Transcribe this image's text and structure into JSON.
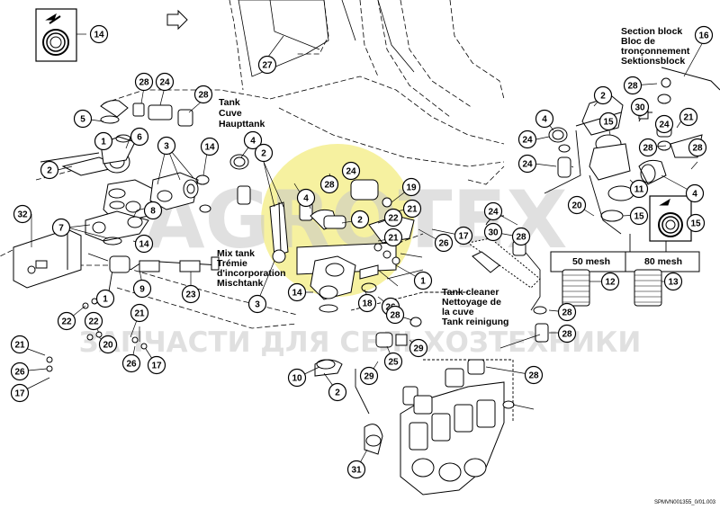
{
  "watermark": {
    "brand": "AGROTEX",
    "tagline": "ЗАПЧАСТИ ДЛЯ СЕЛЬХОЗТЕХНИКИ",
    "color": "#c8c8c8",
    "logo_color": "#f4ef8f"
  },
  "labels": {
    "tank": [
      "Tank",
      "Cuve",
      "Haupttank"
    ],
    "mix_tank": [
      "Mix tank",
      "Trémie",
      "d'incorporation",
      "Mischtank"
    ],
    "tank_cleaner": [
      "Tank cleaner",
      "Nettoyage de",
      "la cuve",
      "Tank reinigung"
    ],
    "section_block": [
      "Section block",
      "Bloc de",
      "tronçonnement",
      "Sektionsblock"
    ]
  },
  "mesh": {
    "m50": "50 mesh",
    "m80": "80 mesh"
  },
  "reference": "SPMVN001355_0/01.003",
  "callouts": [
    {
      "id": "c14a",
      "n": "14"
    },
    {
      "id": "c27",
      "n": "27"
    },
    {
      "id": "c28a",
      "n": "28"
    },
    {
      "id": "c24a",
      "n": "24"
    },
    {
      "id": "c28b",
      "n": "28"
    },
    {
      "id": "c5",
      "n": "5"
    },
    {
      "id": "c1a",
      "n": "1"
    },
    {
      "id": "c6",
      "n": "6"
    },
    {
      "id": "c3a",
      "n": "3"
    },
    {
      "id": "c14b",
      "n": "14"
    },
    {
      "id": "c4a",
      "n": "4"
    },
    {
      "id": "c2a",
      "n": "2"
    },
    {
      "id": "c2b",
      "n": "2"
    },
    {
      "id": "c32",
      "n": "32"
    },
    {
      "id": "c7",
      "n": "7"
    },
    {
      "id": "c8",
      "n": "8"
    },
    {
      "id": "c14c",
      "n": "14"
    },
    {
      "id": "c9",
      "n": "9"
    },
    {
      "id": "c23",
      "n": "23"
    },
    {
      "id": "c1b",
      "n": "1"
    },
    {
      "id": "c22a",
      "n": "22"
    },
    {
      "id": "c22b",
      "n": "22"
    },
    {
      "id": "c21a",
      "n": "21"
    },
    {
      "id": "c20a",
      "n": "20"
    },
    {
      "id": "c26a",
      "n": "26"
    },
    {
      "id": "c17a",
      "n": "17"
    },
    {
      "id": "c21b",
      "n": "21"
    },
    {
      "id": "c26b",
      "n": "26"
    },
    {
      "id": "c17b",
      "n": "17"
    },
    {
      "id": "c28c",
      "n": "28"
    },
    {
      "id": "c24b",
      "n": "24"
    },
    {
      "id": "c4b",
      "n": "4"
    },
    {
      "id": "c19",
      "n": "19"
    },
    {
      "id": "c21c",
      "n": "21"
    },
    {
      "id": "c2c",
      "n": "2"
    },
    {
      "id": "c22c",
      "n": "22"
    },
    {
      "id": "c21d",
      "n": "21"
    },
    {
      "id": "c26c",
      "n": "26"
    },
    {
      "id": "c17c",
      "n": "17"
    },
    {
      "id": "c3b",
      "n": "3"
    },
    {
      "id": "c14d",
      "n": "14"
    },
    {
      "id": "c18",
      "n": "18"
    },
    {
      "id": "c26d",
      "n": "26"
    },
    {
      "id": "c1c",
      "n": "1"
    },
    {
      "id": "c28d",
      "n": "28"
    },
    {
      "id": "c29a",
      "n": "29"
    },
    {
      "id": "c25",
      "n": "25"
    },
    {
      "id": "c10",
      "n": "10"
    },
    {
      "id": "c29b",
      "n": "29"
    },
    {
      "id": "c30",
      "n": "30"
    },
    {
      "id": "c2d",
      "n": "2"
    },
    {
      "id": "c31",
      "n": "31"
    },
    {
      "id": "c16",
      "n": "16"
    },
    {
      "id": "c28e",
      "n": "28"
    },
    {
      "id": "c2e",
      "n": "2"
    },
    {
      "id": "c4c",
      "n": "4"
    },
    {
      "id": "c15a",
      "n": "15"
    },
    {
      "id": "c30b",
      "n": "30"
    },
    {
      "id": "c24c",
      "n": "24"
    },
    {
      "id": "c21e",
      "n": "21"
    },
    {
      "id": "c24d",
      "n": "24"
    },
    {
      "id": "c28f",
      "n": "28"
    },
    {
      "id": "c28g",
      "n": "28"
    },
    {
      "id": "c24e",
      "n": "24"
    },
    {
      "id": "c11",
      "n": "11"
    },
    {
      "id": "c4d",
      "n": "4"
    },
    {
      "id": "c20b",
      "n": "20"
    },
    {
      "id": "c15b",
      "n": "15"
    },
    {
      "id": "c15c",
      "n": "15"
    },
    {
      "id": "c24f",
      "n": "24"
    },
    {
      "id": "c28h",
      "n": "28"
    },
    {
      "id": "c12",
      "n": "12"
    },
    {
      "id": "c13",
      "n": "13"
    },
    {
      "id": "c28i",
      "n": "28"
    },
    {
      "id": "c28j",
      "n": "28"
    },
    {
      "id": "c28k",
      "n": "28"
    }
  ]
}
